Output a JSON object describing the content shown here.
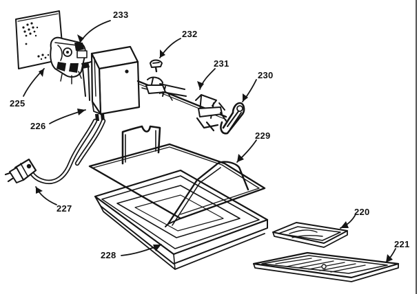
{
  "diagram": {
    "labels": {
      "l225": "225",
      "l226": "226",
      "l227": "227",
      "l228": "228",
      "l229": "229",
      "l230": "230",
      "l231": "231",
      "l232": "232",
      "l233": "233",
      "l220": "220",
      "l221": "221"
    },
    "colors": {
      "ink": "#151515",
      "paper": "#ffffff"
    }
  }
}
